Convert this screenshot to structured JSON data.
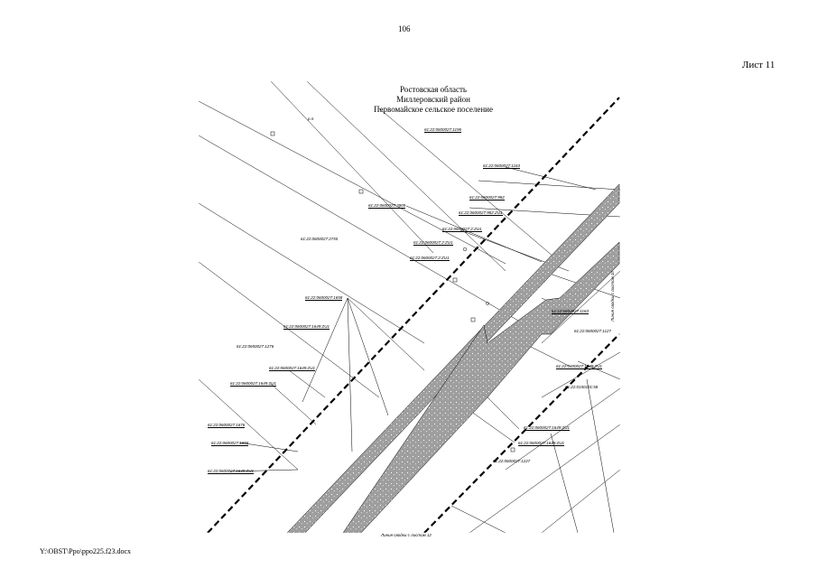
{
  "page": {
    "number": "106",
    "sheet": "Лист 11",
    "file_path": "Y:\\OBST\\Ppo\\ppo225.f23.docx"
  },
  "map": {
    "title_lines": [
      "Ростовская область",
      "Миллеровский район",
      "Первомайское сельское поселение"
    ],
    "parcels": [
      "61:22:0600027:1196",
      "61:22:0600027:1163",
      "61:22:0600027:3909",
      "61:22:0600027:982",
      "61:22:0600027:982:ZU1",
      "61:22:0600027:2:ZU1",
      "61:22:0600027:2:ZU1",
      "61:22:0600027:2:ZU1",
      "61:22:0600027:2755",
      "61:22:0600027:1658",
      "61:22:0600027:1649:ZU1",
      "61:22:0650027:1276",
      "61:22:0600027:1649:ZU1",
      "61:22:0600027:1649:ZU1",
      "61:22:0600027:1676",
      "61:22:0600027:1658",
      "61:22:0600027:1649:ZU1",
      "61:22:0600027:1127",
      "61:22:0600027:1649:ZU1",
      "61:22:0150101:58",
      "61:22:0600027:1649:ZU1",
      "61:22:0600027:1649:ZU1",
      "61:22:0600027:1227"
    ],
    "note_top": "Линия сводки с листом 10",
    "note_bottom": "Линия сводки с листом 12",
    "marker_pn": "р.п."
  }
}
